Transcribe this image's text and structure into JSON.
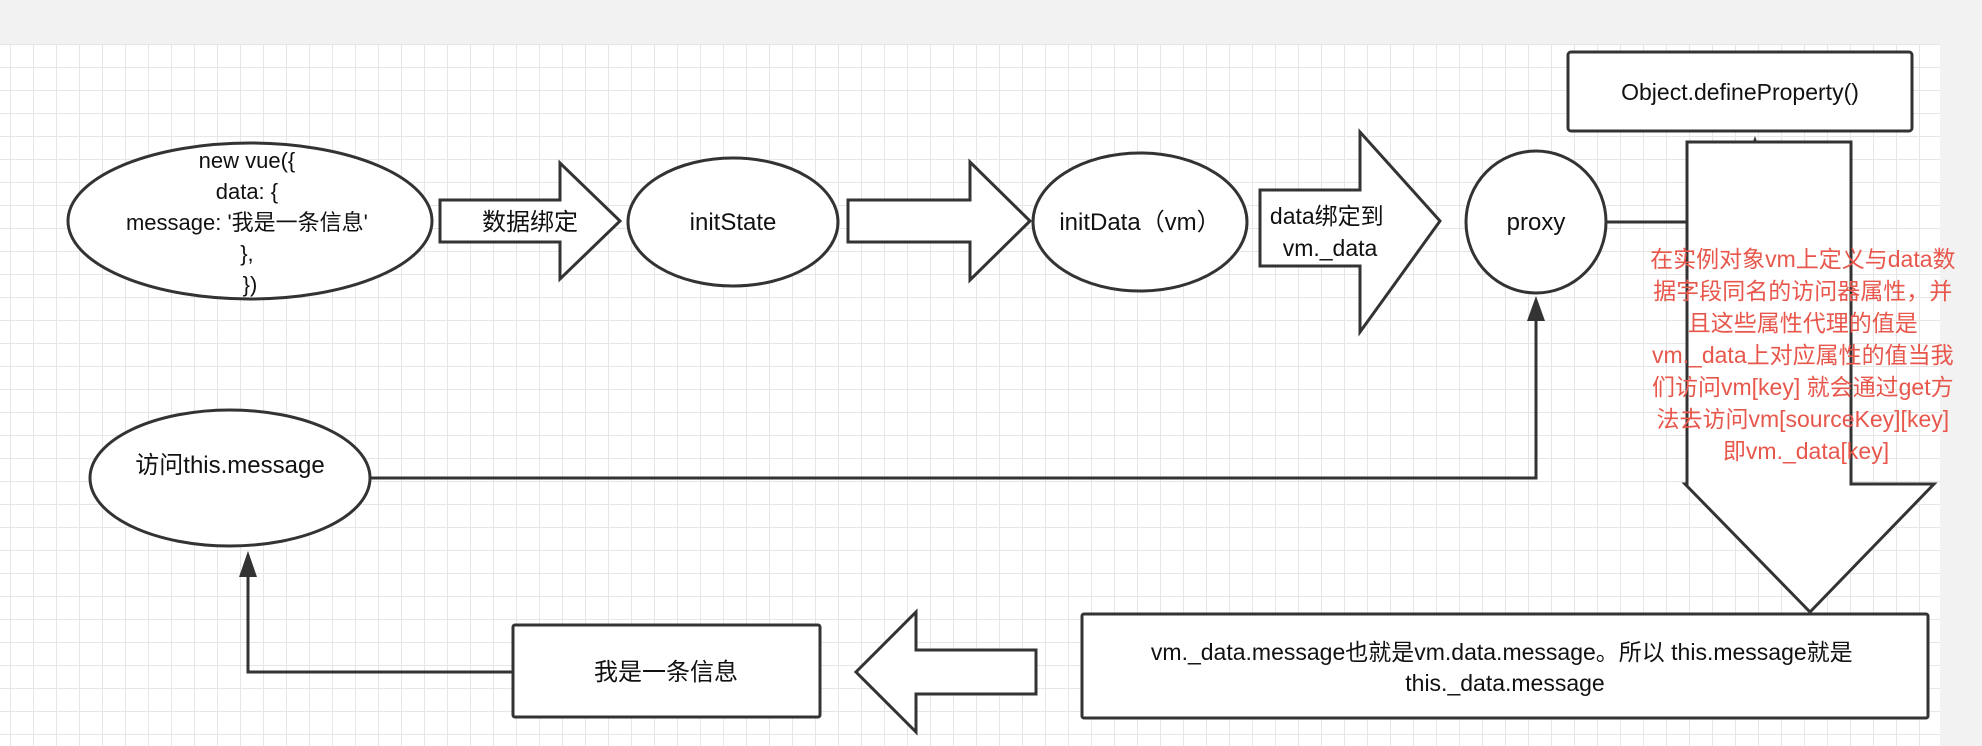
{
  "nodes": {
    "new_vue": {
      "lines": [
        "new vue({",
        "data: {",
        "message: '我是一条信息'",
        "},",
        "})"
      ]
    },
    "bind_arrow": {
      "text": "数据绑定"
    },
    "init_state": {
      "text": "initState"
    },
    "init_data": {
      "text": "initData（vm）"
    },
    "data_bind_arrow": {
      "lines": [
        "data绑定到",
        "vm._data"
      ]
    },
    "proxy": {
      "text": "proxy"
    },
    "define_property": {
      "text": "Object.defineProperty()"
    },
    "note": {
      "lines": [
        "在实例对象vm上定义与data数",
        "据字段同名的访问器属性，并",
        "且这些属性代理的值是",
        "vm._data上对应属性的值当我",
        "们访问vm[key] 就会通过get方",
        "法去访问vm[sourceKey][key]",
        "即vm._data[key]"
      ],
      "color": "#e8574c"
    },
    "access_message": {
      "text": "访问this.message"
    },
    "result_box": {
      "lines": [
        "vm._data.message也就是vm.data.message。所以 this.message就是",
        "this._data.message"
      ]
    },
    "message_value": {
      "text": "我是一条信息"
    }
  },
  "colors": {
    "stroke": "#333333",
    "grid": "#e6e6e6",
    "background": "#ffffff"
  }
}
